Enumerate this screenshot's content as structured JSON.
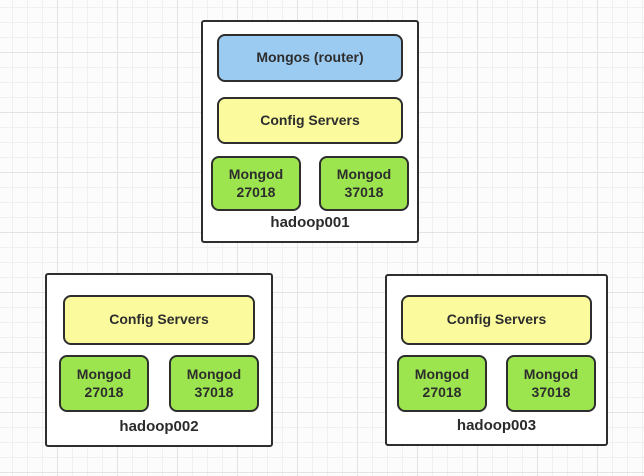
{
  "canvas": {
    "background": "#fcfcfc",
    "grid_minor_color": "#f0f0f0",
    "grid_major_color": "#e3e3e3"
  },
  "colors": {
    "router_fill": "#9ccbf2",
    "config_fill": "#fbfb9e",
    "mongod_fill": "#9de54e",
    "host_fill": "#ffffff",
    "shape_border": "#2e2e2e",
    "text": "#2d2d2d"
  },
  "hosts": [
    {
      "title": "hadoop001",
      "router_label": "Mongos (router)",
      "config_label": "Config Servers",
      "mongod_labels": [
        "Mongod 27018",
        "Mongod 37018"
      ]
    },
    {
      "title": "hadoop002",
      "config_label": "Config Servers",
      "mongod_labels": [
        "Mongod 27018",
        "Mongod 37018"
      ]
    },
    {
      "title": "hadoop003",
      "config_label": "Config Servers",
      "mongod_labels": [
        "Mongod 27018",
        "Mongod 37018"
      ]
    }
  ]
}
